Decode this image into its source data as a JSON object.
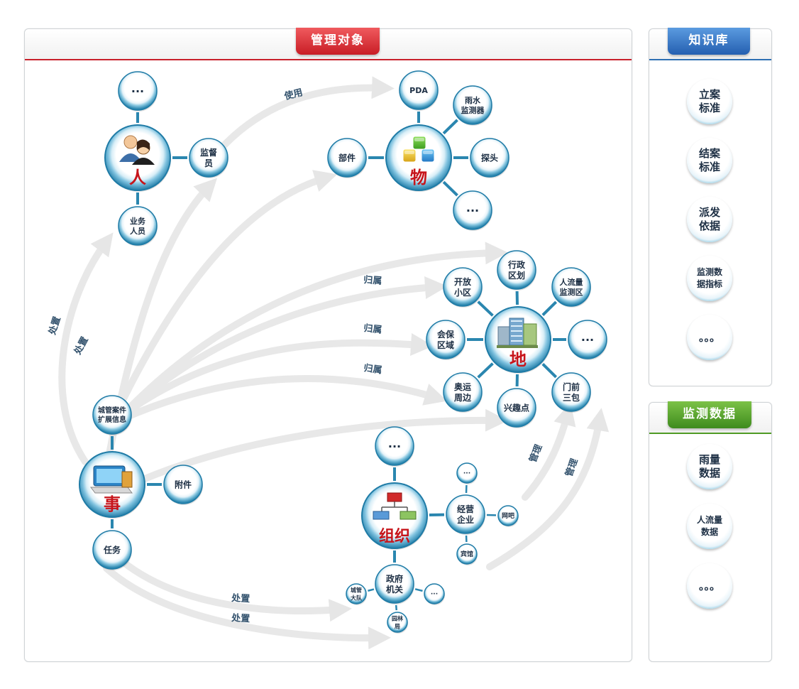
{
  "panels": {
    "main": {
      "title": "管理对象"
    },
    "knowledge": {
      "title": "知识库",
      "items": [
        "立案\n标准",
        "结案\n标准",
        "派发\n依据",
        "监测数\n据指标",
        "。。。"
      ]
    },
    "monitoring": {
      "title": "监测数据",
      "items": [
        "雨量\n数据",
        "人流量\n数据",
        "。。。"
      ]
    }
  },
  "diagram": {
    "hubs": {
      "person": "人",
      "thing": "物",
      "place": "地",
      "event": "事",
      "org": "组织"
    },
    "person_nodes": {
      "top": "···",
      "supervisor": "监督\n员",
      "staff": "业务\n人员"
    },
    "thing_nodes": {
      "pda": "PDA",
      "rain": "雨水\n监测器",
      "part": "部件",
      "probe": "探头",
      "more": "···"
    },
    "place_nodes": {
      "district": "行政\n区划",
      "open": "开放\n小区",
      "crowd": "人流量\n监测区",
      "meeting": "会保\n区域",
      "more": "···",
      "olympic": "奥运\n周边",
      "poi": "兴趣点",
      "door": "门前\n三包"
    },
    "event_nodes": {
      "ext": "城管案件\n扩展信息",
      "attach": "附件",
      "task": "任务"
    },
    "org_nodes": {
      "top": "···",
      "business": "经营\n企业",
      "more_small": "···",
      "netbar": "网吧",
      "hotel": "宾馆",
      "gov": "政府\n机关",
      "team": "城管\n大队",
      "more2": "···",
      "garden": "园林\n局"
    },
    "edge_labels": {
      "use": "使用",
      "dispose1": "处置",
      "dispose2": "处置",
      "belong1": "归属",
      "belong2": "归属",
      "belong3": "归属",
      "dispose3": "处置",
      "dispose4": "处置",
      "manage1": "管理",
      "manage2": "管理"
    }
  }
}
